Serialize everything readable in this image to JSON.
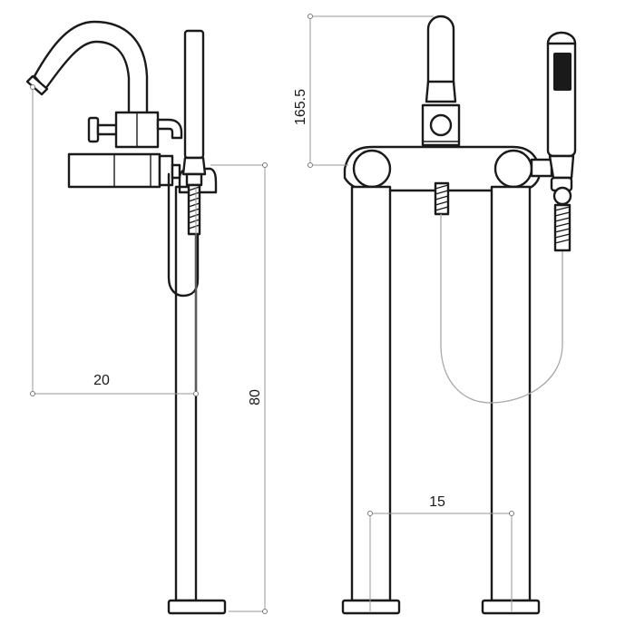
{
  "dimensions": {
    "spout_reach": "20",
    "height": "80",
    "legs_spacing": "15",
    "top_height": "165.5"
  },
  "colors": {
    "line": "#1a1a1a",
    "dimension_line": "#9a9a9a",
    "background": "#ffffff"
  }
}
